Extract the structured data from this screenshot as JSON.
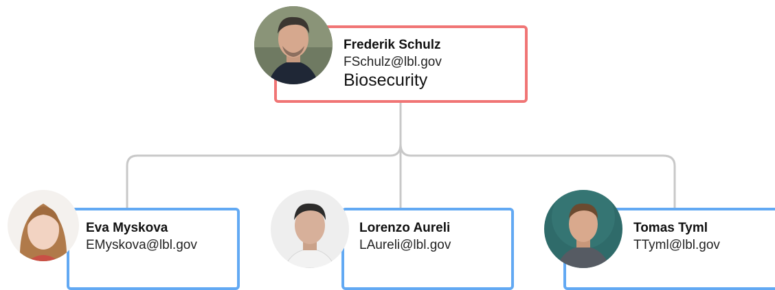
{
  "root": {
    "name": "Frederik Schulz",
    "email": "FSchulz@lbl.gov",
    "department": "Biosecurity"
  },
  "children": [
    {
      "name": "Eva Myskova",
      "email": "EMyskova@lbl.gov"
    },
    {
      "name": "Lorenzo Aureli",
      "email": "LAureli@lbl.gov"
    },
    {
      "name": "Tomas Tyml",
      "email": "TTyml@lbl.gov"
    }
  ],
  "colors": {
    "root_border": "#f07575",
    "child_border": "#62a9f3",
    "connector": "#c8c8c8"
  }
}
